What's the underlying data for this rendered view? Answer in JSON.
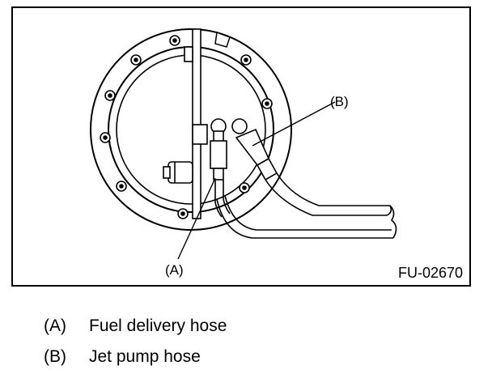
{
  "figure": {
    "callout_a": "(A)",
    "callout_b": "(B)",
    "figure_code": "FU-02670"
  },
  "legend": [
    {
      "key": "(A)",
      "text": "Fuel delivery hose"
    },
    {
      "key": "(B)",
      "text": "Jet pump hose"
    }
  ]
}
